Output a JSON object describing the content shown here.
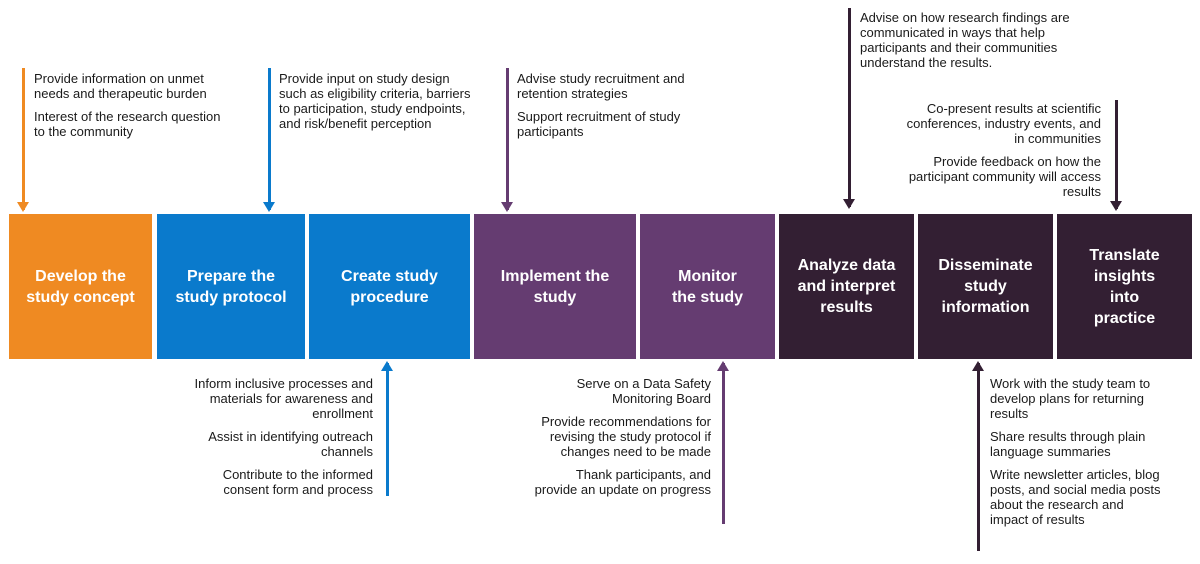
{
  "colors": {
    "orange": "#ef8a22",
    "blue": "#0a7acc",
    "purple": "#653c71",
    "dark_purple": "#331f33"
  },
  "steps": [
    {
      "label": "Develop the study concept"
    },
    {
      "label": "Prepare the study protocol"
    },
    {
      "label": "Create study procedure"
    },
    {
      "label": "Implement the study"
    },
    {
      "label": "Monitor the study"
    },
    {
      "label": "Analyze data and interpret results"
    },
    {
      "label": "Disseminate study information"
    },
    {
      "label": "Translate insights into practice"
    }
  ],
  "notes_top": {
    "concept": [
      "Provide information on unmet needs and therapeutic burden",
      "Interest of the research question to the community"
    ],
    "protocol": [
      "Provide input on study design such as eligibility criteria, barriers to participation, study endpoints, and risk/benefit perception"
    ],
    "implement": [
      "Advise study recruitment and retention strategies",
      "Support recruitment of study participants"
    ],
    "analyze": [
      "Advise on how research findings are communicated in ways that help participants and their communities understand the results."
    ],
    "translate": [
      "Co-present results at scientific conferences, industry events, and in communities",
      "Provide feedback on how the participant community will access results"
    ]
  },
  "notes_bottom": {
    "procedure": [
      "Inform inclusive processes and materials for awareness and enrollment",
      "Assist in identifying outreach channels",
      "Contribute to the informed consent form and process"
    ],
    "monitor": [
      "Serve on a Data Safety Monitoring Board",
      "Provide recommendations for revising the study protocol if changes need to be made",
      "Thank participants, and provide an update on progress"
    ],
    "disseminate": [
      "Work with the study team to develop plans for returning results",
      "Share results through plain language summaries",
      "Write newsletter articles, blog posts, and social media posts about the research and impact of results"
    ]
  }
}
